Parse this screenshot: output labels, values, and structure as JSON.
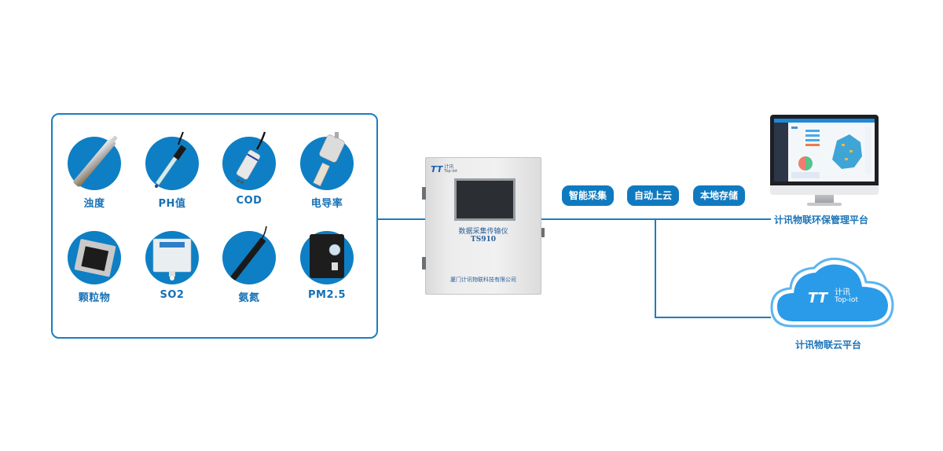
{
  "sensors": [
    {
      "label": "浊度",
      "icon": "turbidity-sensor-icon"
    },
    {
      "label": "PH值",
      "icon": "ph-sensor-icon"
    },
    {
      "label": "COD",
      "icon": "cod-sensor-icon"
    },
    {
      "label": "电导率",
      "icon": "conductivity-sensor-icon"
    },
    {
      "label": "颗粒物",
      "icon": "particulate-sensor-icon"
    },
    {
      "label": "SO2",
      "icon": "so2-sensor-icon"
    },
    {
      "label": "氨氮",
      "icon": "ammonia-nitrogen-sensor-icon"
    },
    {
      "label": "PM2.5",
      "icon": "pm25-sensor-icon"
    }
  ],
  "device": {
    "brand": "计讯",
    "brand_sub": "Top-iot",
    "title": "数据采集传输仪",
    "model": "TS910",
    "company": "厦门计讯物联科技有限公司"
  },
  "features": [
    "智能采集",
    "自动上云",
    "本地存储"
  ],
  "platforms": {
    "env_platform": "计讯物联环保管理平台",
    "cloud_platform": "计讯物联云平台",
    "cloud_brand": "计讯",
    "cloud_brand_sub": "Top-iot"
  },
  "colors": {
    "primary": "#0e7fc4",
    "label": "#1670b5",
    "cloud": "#2a9be8"
  }
}
